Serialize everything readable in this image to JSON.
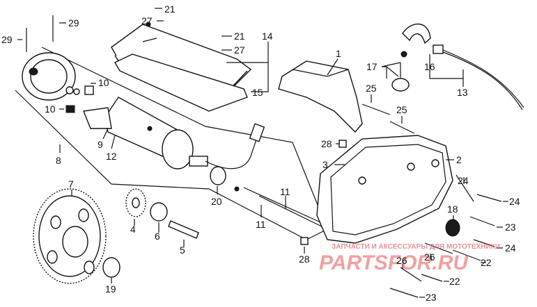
{
  "watermark": {
    "top_text": "ЗАПЧАСТИ И АКСЕССУАРЫ ДЛЯ МОТОТЕХНИКИ",
    "big_text": "PARTSFOR.RU",
    "color": "#e85454"
  },
  "callouts": [
    {
      "id": "c1",
      "text": "1"
    },
    {
      "id": "c2",
      "text": "2"
    },
    {
      "id": "c3",
      "text": "3"
    },
    {
      "id": "c4",
      "text": "4"
    },
    {
      "id": "c5",
      "text": "5"
    },
    {
      "id": "c6",
      "text": "6"
    },
    {
      "id": "c7",
      "text": "7"
    },
    {
      "id": "c8",
      "text": "8"
    },
    {
      "id": "c9",
      "text": "9"
    },
    {
      "id": "c10a",
      "text": "10"
    },
    {
      "id": "c10b",
      "text": "10"
    },
    {
      "id": "c11a",
      "text": "11"
    },
    {
      "id": "c11b",
      "text": "11"
    },
    {
      "id": "c12",
      "text": "12"
    },
    {
      "id": "c13",
      "text": "13"
    },
    {
      "id": "c14",
      "text": "14"
    },
    {
      "id": "c15",
      "text": "15"
    },
    {
      "id": "c16",
      "text": "16"
    },
    {
      "id": "c17",
      "text": "17"
    },
    {
      "id": "c18",
      "text": "18"
    },
    {
      "id": "c19",
      "text": "19"
    },
    {
      "id": "c20",
      "text": "20"
    },
    {
      "id": "c21a",
      "text": "21"
    },
    {
      "id": "c21b",
      "text": "21"
    },
    {
      "id": "c22a",
      "text": "22"
    },
    {
      "id": "c22b",
      "text": "22"
    },
    {
      "id": "c23a",
      "text": "23"
    },
    {
      "id": "c23b",
      "text": "23"
    },
    {
      "id": "c24a",
      "text": "24"
    },
    {
      "id": "c24b",
      "text": "24"
    },
    {
      "id": "c24c",
      "text": "24"
    },
    {
      "id": "c25a",
      "text": "25"
    },
    {
      "id": "c25b",
      "text": "25"
    },
    {
      "id": "c26a",
      "text": "26"
    },
    {
      "id": "c26b",
      "text": "26"
    },
    {
      "id": "c27a",
      "text": "27"
    },
    {
      "id": "c27b",
      "text": "27"
    },
    {
      "id": "c28a",
      "text": "28"
    },
    {
      "id": "c28b",
      "text": "28"
    },
    {
      "id": "c29a",
      "text": "29"
    },
    {
      "id": "c29b",
      "text": "29"
    }
  ]
}
